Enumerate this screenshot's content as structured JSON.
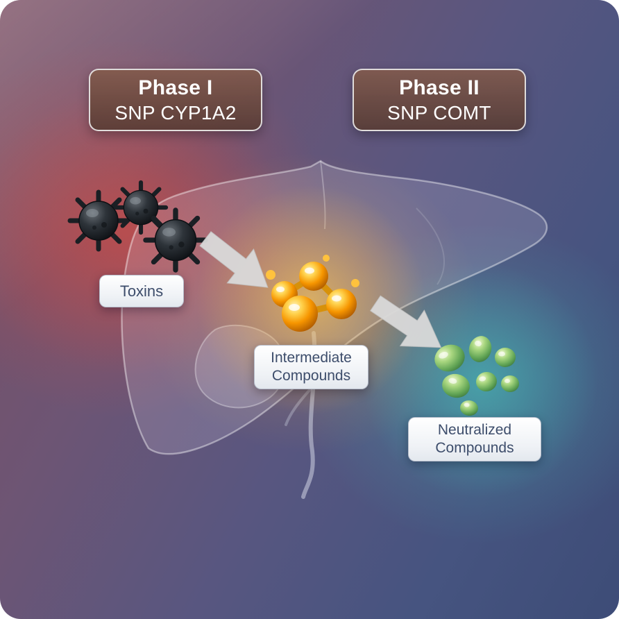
{
  "phases": [
    {
      "title": "Phase I",
      "subtitle": "SNP CYP1A2"
    },
    {
      "title": "Phase II",
      "subtitle": "SNP COMT"
    }
  ],
  "labels": {
    "toxins": "Toxins",
    "intermediate": [
      "Intermediate",
      "Compounds"
    ],
    "neutralized": [
      "Neutralized",
      "Compounds"
    ]
  },
  "icons": {
    "toxins": "toxin-particles-icon",
    "intermediate": "glowing-molecule-icon",
    "neutralized": "green-compound-blobs-icon",
    "arrow": "thick-arrow-icon",
    "liver": "translucent-liver-illustration"
  },
  "colors": {
    "phase_card_bg": "#6e4a3f",
    "phase_card_border": "#ececec",
    "label_text": "#3d4d6b",
    "label_bg": "#ffffff",
    "arrow": "#d9d9d9",
    "toxin_dark": "#23282d",
    "intermediate_orange": "#f69500",
    "intermediate_glow": "#ffb848",
    "neutralized_green": "#61a455",
    "teal_glow": "#46d6c4",
    "red_glow": "#e04a3c",
    "background_left": "#7b4f63",
    "background_right": "#3d4c77"
  }
}
